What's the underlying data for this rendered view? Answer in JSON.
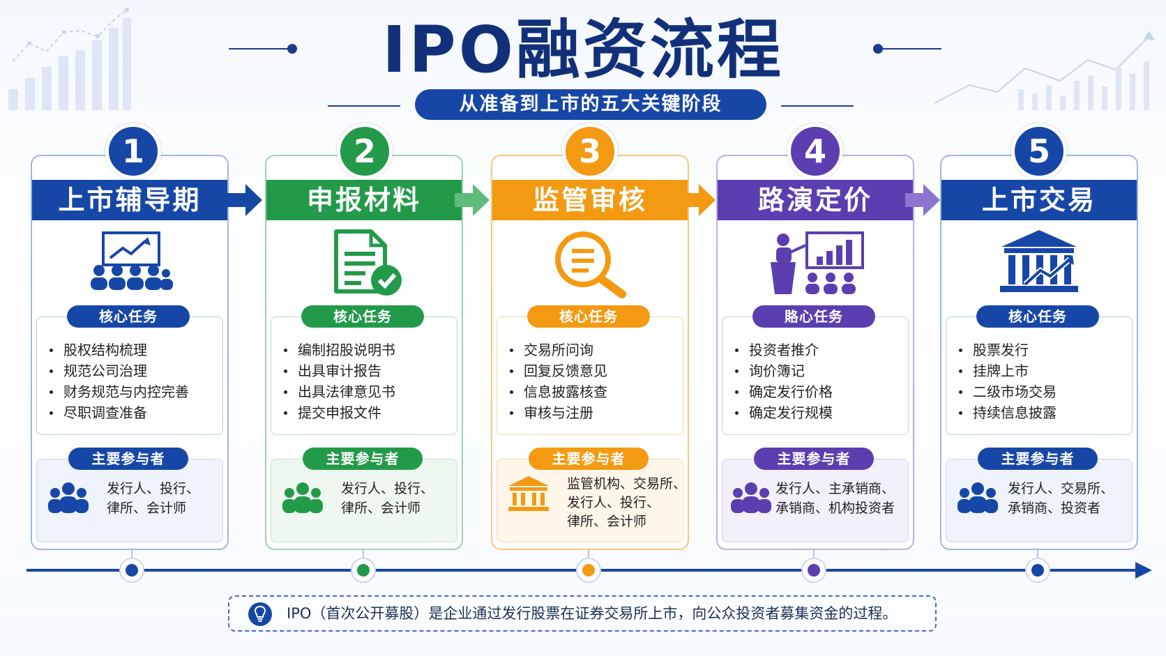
{
  "header": {
    "title": "IPO融资流程",
    "subtitle": "从准备到上市的五大关键阶段"
  },
  "section_labels": {
    "tasks": "核心任务",
    "participants": "主要参与者"
  },
  "stages": [
    {
      "number": "1",
      "title": "上市辅导期",
      "color": "#1747a6",
      "light": "#eef3fc",
      "icon": "presentation-audience-icon",
      "tasks_label": "核心任务",
      "tasks": [
        "股权结构梳理",
        "规范公司治理",
        "财务规范与内控完善",
        "尽职调查准备"
      ],
      "participants_label": "主要参与者",
      "participants": [
        "发行人、投行、",
        "律所、会计师"
      ],
      "participants_icon": "people-group-icon"
    },
    {
      "number": "2",
      "title": "申报材料",
      "color": "#239a4a",
      "light": "#eef8f1",
      "icon": "document-check-icon",
      "tasks_label": "核心任务",
      "tasks": [
        "编制招股说明书",
        "出具审计报告",
        "出具法律意见书",
        "提交申报文件"
      ],
      "participants_label": "主要参与者",
      "participants": [
        "发行人、投行、",
        "律所、会计师"
      ],
      "participants_icon": "people-group-icon"
    },
    {
      "number": "3",
      "title": "监管审核",
      "color": "#f39a12",
      "light": "#fff6ea",
      "icon": "magnifier-document-icon",
      "tasks_label": "核心任务",
      "tasks": [
        "交易所问询",
        "回复反馈意见",
        "信息披露核查",
        "审核与注册"
      ],
      "participants_label": "主要参与者",
      "participants": [
        "监管机构、交易所、",
        "发行人、投行、",
        "律所、会计师"
      ],
      "participants_icon": "institution-icon"
    },
    {
      "number": "4",
      "title": "路演定价",
      "color": "#5b3eb0",
      "light": "#f3effb",
      "icon": "roadshow-presenter-icon",
      "tasks_label": "賂心任务",
      "tasks": [
        "投资者推介",
        "询价簿记",
        "确定发行价格",
        "确定发行规模"
      ],
      "participants_label": "主要参与者",
      "participants": [
        "发行人、主承销商、",
        "承销商、机构投资者"
      ],
      "participants_icon": "people-group-icon"
    },
    {
      "number": "5",
      "title": "上市交易",
      "color": "#1747a6",
      "light": "#eef3fc",
      "icon": "stock-exchange-building-icon",
      "tasks_label": "核心任务",
      "tasks": [
        "股票发行",
        "挂牌上市",
        "二级市场交易",
        "持续信息披露"
      ],
      "participants_label": "主要参与者",
      "participants": [
        "发行人、交易所、",
        "承销商、投资者"
      ],
      "participants_icon": "people-group-icon"
    }
  ],
  "footer": {
    "icon": "lightbulb-icon",
    "note": "IPO（首次公开募股）是企业通过发行股票在证券交易所上市，向公众投资者募集资金的过程。"
  }
}
